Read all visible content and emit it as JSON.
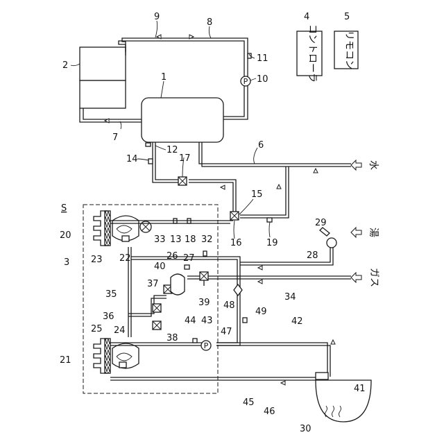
{
  "references": {
    "tank": "1",
    "solar_panel": "2",
    "unit": "3",
    "controller": "4",
    "remote": "5",
    "water_pipe": "6",
    "pipe_7": "7",
    "pipe_8": "8",
    "circuit": "9",
    "pump_top": "10",
    "sensor_11": "11",
    "sensor_12": "12",
    "sensor_13": "13",
    "sensor_14": "14",
    "pipe_15": "15",
    "valve_16": "16",
    "valve_17": "17",
    "sensor_18": "18",
    "sensor_19": "19",
    "hx_20": "20",
    "hx_21": "21",
    "burner_22": "22",
    "comb_23": "23",
    "burner_24": "24",
    "comb_25": "25",
    "sensor_26": "26",
    "sensor_27": "27",
    "pipe_28": "28",
    "faucet": "29",
    "bath": "30",
    "sensor_32": "32",
    "fan": "33",
    "pipe_34": "34",
    "pipe_35": "35",
    "pipe_36": "36",
    "valve_37": "37",
    "valve_38": "38",
    "valve_39": "39",
    "valve_40": "40",
    "bath_adapter": "41",
    "pipe_42": "42",
    "pump_43": "43",
    "sensor_44": "44",
    "pipe_45": "45",
    "pipe_46": "46",
    "pipe_47": "47",
    "valve_48": "48",
    "sensor_49": "49",
    "system": "S"
  },
  "labels": {
    "controller": "コントローラ",
    "remote": "リモコン",
    "water": "水",
    "hot_water": "湯",
    "gas": "ガス",
    "pump_symbol": "P"
  }
}
